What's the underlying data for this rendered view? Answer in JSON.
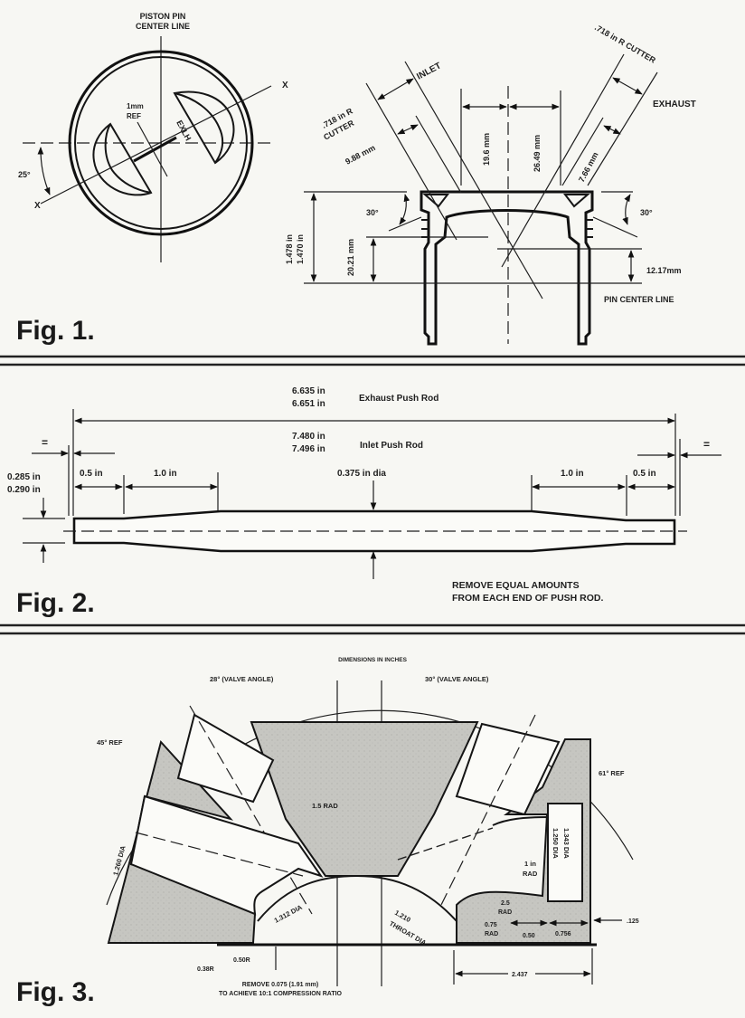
{
  "figures": {
    "fig1": {
      "label": "Fig. 1.",
      "piston_top_view": {
        "title_line1": "PISTON PIN",
        "title_line2": "CENTER LINE",
        "offset_line1": "1mm",
        "offset_line2": "REF",
        "axis_label": "EXLH",
        "angle": "25°",
        "axis_marker": "X"
      },
      "piston_side_view": {
        "inlet_label": "INLET",
        "exhaust_label": "EXHAUST",
        "inlet_cutter_line1": ".718 in R",
        "inlet_cutter_line2": "CUTTER",
        "exhaust_cutter": ".718 in R CUTTER",
        "inlet_depth": "9.88 mm",
        "exhaust_depth": "7.66 mm",
        "inlet_offset": "19.6 mm",
        "exhaust_offset": "26.49 mm",
        "height_max": "1.478 in",
        "height_min": "1.470 in",
        "crown_to_pin": "20.21 mm",
        "angle_left": "30°",
        "angle_right": "30°",
        "pin_offset": "12.17mm",
        "pin_center_line": "PIN CENTER LINE"
      }
    },
    "fig2": {
      "label": "Fig. 2.",
      "exhaust_len_1": "6.635 in",
      "exhaust_len_2": "6.651 in",
      "exhaust_name": "Exhaust Push Rod",
      "inlet_len_1": "7.480 in",
      "inlet_len_2": "7.496 in",
      "inlet_name": "Inlet Push Rod",
      "equal_mark": "=",
      "end_dia_1": "0.285 in",
      "end_dia_2": "0.290 in",
      "end_len_left": "0.5 in",
      "taper_len_left": "1.0 in",
      "body_dia": "0.375 in dia",
      "taper_len_right": "1.0 in",
      "end_len_right": "0.5 in",
      "note_line1": "REMOVE EQUAL AMOUNTS",
      "note_line2": "FROM EACH END OF PUSH ROD."
    },
    "fig3": {
      "label": "Fig. 3.",
      "units_note": "DIMENSIONS IN INCHES",
      "inlet_valve_angle": "28° (VALVE ANGLE)",
      "exhaust_valve_angle": "30° (VALVE ANGLE)",
      "inlet_ref": "45° REF",
      "exhaust_ref": "61° REF",
      "inlet_port_dia": "1.260 DIA",
      "inlet_bowl_rad": "1.5 RAD",
      "inlet_seat_dia": "1.312 DIA",
      "throat_dia": "1.210",
      "throat_label": "THROAT DIA",
      "radius_050": "0.50R",
      "radius_038": "0.38R",
      "exhaust_rad_1in": "1 in",
      "exhaust_rad_label": "RAD",
      "exhaust_outlet_dia_1": "1.250 DIA",
      "exhaust_outlet_dia_2": "1.343 DIA",
      "rad_25": "2.5",
      "rad_25_label": "RAD",
      "rad_075": "0.75",
      "rad_075_label": "RAD",
      "dim_050": "0.50",
      "dim_0756": "0.756",
      "dim_125": ".125",
      "dim_2437": "2.437",
      "remove_note_line1": "REMOVE 0.075 (1.91 mm)",
      "remove_note_line2": "TO ACHIEVE 10:1 COMPRESSION RATIO"
    }
  }
}
